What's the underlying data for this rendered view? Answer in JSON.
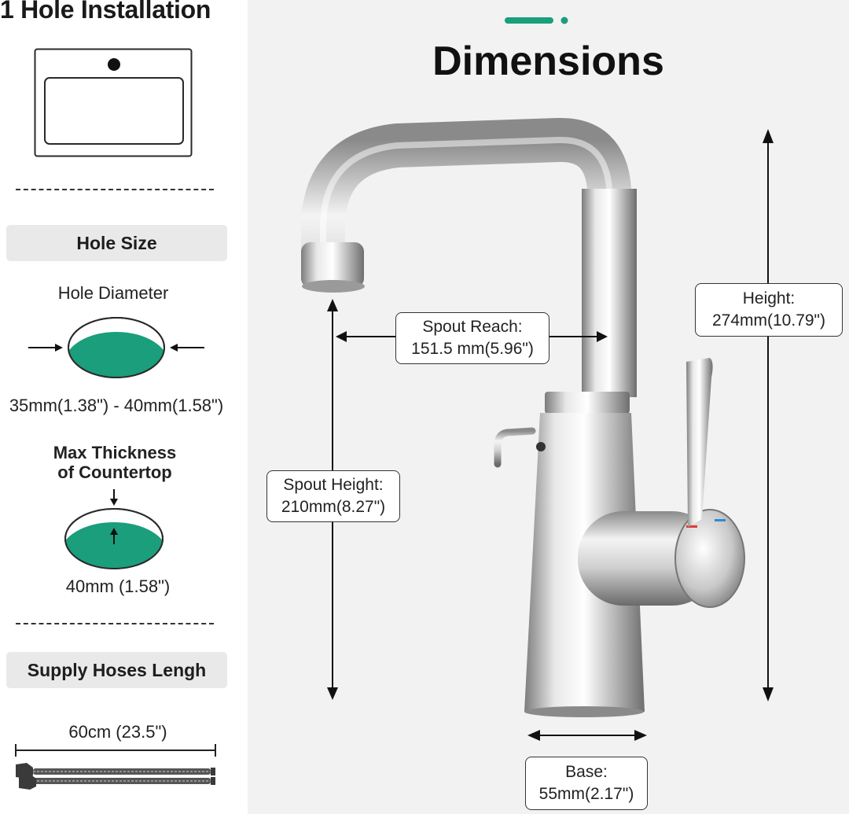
{
  "left_panel": {
    "installation_title": "1 Hole Installation",
    "hole_size_label": "Hole Size",
    "hole_diameter_label": "Hole Diameter",
    "hole_diameter_value": "35mm(1.38\") - 40mm(1.58\")",
    "max_thickness_line1": "Max Thickness",
    "max_thickness_line2": "of Countertop",
    "max_thickness_value": "40mm (1.58\")",
    "supply_hoses_label": "Supply Hoses Lengh",
    "hose_length_value": "60cm (23.5\")"
  },
  "main": {
    "title": "Dimensions",
    "spout_reach_label": "Spout Reach:",
    "spout_reach_value": "151.5 mm(5.96\")",
    "height_label": "Height:",
    "height_value": "274mm(10.79\")",
    "spout_height_label": "Spout Height:",
    "spout_height_value": "210mm(8.27\")",
    "base_label": "Base:",
    "base_value": "55mm(2.17\")"
  },
  "colors": {
    "accent_green": "#1a9e7c",
    "panel_gray": "#f2f2f2",
    "hot_red": "#e03a3a",
    "cold_blue": "#2a8be0"
  },
  "icons": [
    "sink-diagram-icon",
    "hole-diameter-icon",
    "countertop-thickness-icon",
    "supply-hose-icon",
    "faucet-image",
    "accent-bar-icon"
  ]
}
